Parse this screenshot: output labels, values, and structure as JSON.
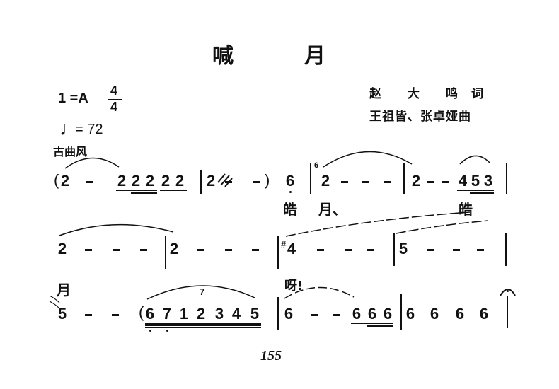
{
  "header": {
    "title_char_1": "喊",
    "title_char_2": "月",
    "key": "1 =A",
    "time_sig_top": "4",
    "time_sig_bottom": "4",
    "tempo_symbol": "♩",
    "tempo": "= 72",
    "style": "古曲风",
    "lyricist": "赵　　大　　鸣　词",
    "composer": "王祖皆、张卓娅曲"
  },
  "line1": {
    "open_paren": "(",
    "m1": [
      "2",
      "2",
      "2",
      "2",
      "2",
      "2"
    ],
    "m2": [
      "2"
    ],
    "close_paren": ")",
    "pickup": "6",
    "grace": "6",
    "m3": [
      "2"
    ],
    "m4": [
      "2",
      "4",
      "5",
      "3"
    ],
    "lyrics": [
      "皓",
      "月、",
      "皓"
    ]
  },
  "line2": {
    "m1": [
      "2"
    ],
    "m2": [
      "2"
    ],
    "m3_sharp": "#",
    "m3": [
      "4"
    ],
    "m4": [
      "5"
    ]
  },
  "line3": {
    "lyric_top": "月",
    "m1": [
      "5"
    ],
    "open_paren": "(",
    "run": [
      "6",
      "7",
      "1",
      "2",
      "3",
      "4",
      "5"
    ],
    "tuplet": "7",
    "lyric_ya": "呀!",
    "m2": [
      "6",
      "6",
      "6",
      "6"
    ],
    "m3": [
      "6",
      "6",
      "6",
      "6"
    ],
    "fermata": "𝄐"
  },
  "footer": {
    "page_number": "155"
  }
}
